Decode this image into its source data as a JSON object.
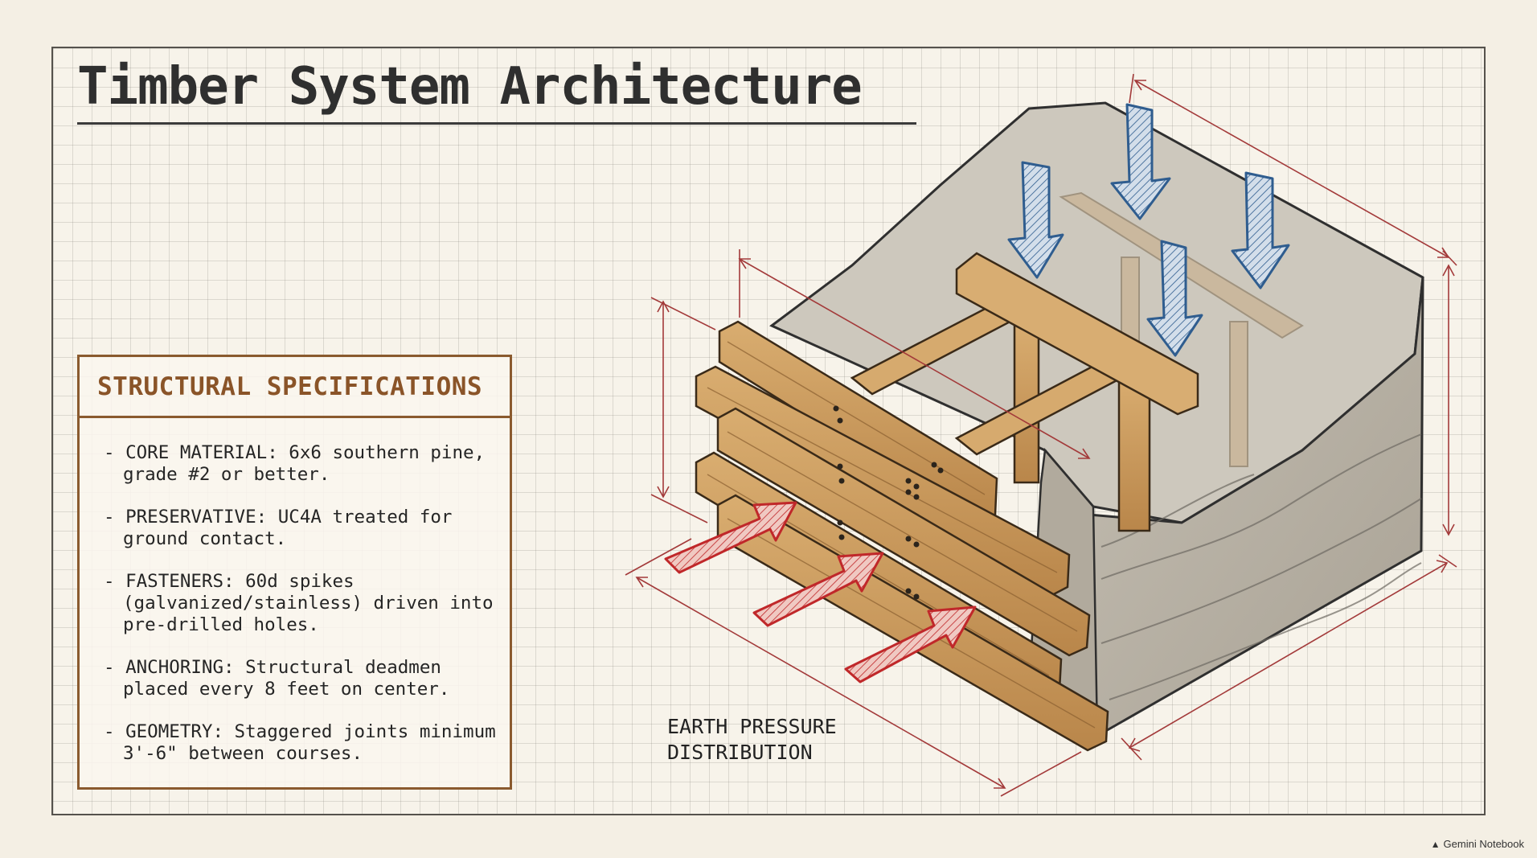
{
  "title": "Timber System Architecture",
  "specifications": {
    "heading": "STRUCTURAL SPECIFICATIONS",
    "items": [
      "- CORE MATERIAL: 6x6 southern pine, grade #2 or better.",
      "- PRESERVATIVE: UC4A treated for ground contact.",
      "- FASTENERS: 60d spikes (galvanized/stainless) driven into pre-drilled holes.",
      "- ANCHORING: Structural deadmen placed every 8 feet on center.",
      "- GEOMETRY: Staggered joints minimum 3'-6\" between courses."
    ]
  },
  "diagram": {
    "caption_line1": "EARTH PRESSURE",
    "caption_line2": "DISTRIBUTION",
    "colors": {
      "timber": "#c99a5e",
      "timber_dark": "#7a5329",
      "soil": "#b9b3a7",
      "load_arrow": "#2f5d8f",
      "pressure_arrow": "#c0282a",
      "dimension": "#a33a3a"
    }
  },
  "watermark": "Gemini Notebook"
}
